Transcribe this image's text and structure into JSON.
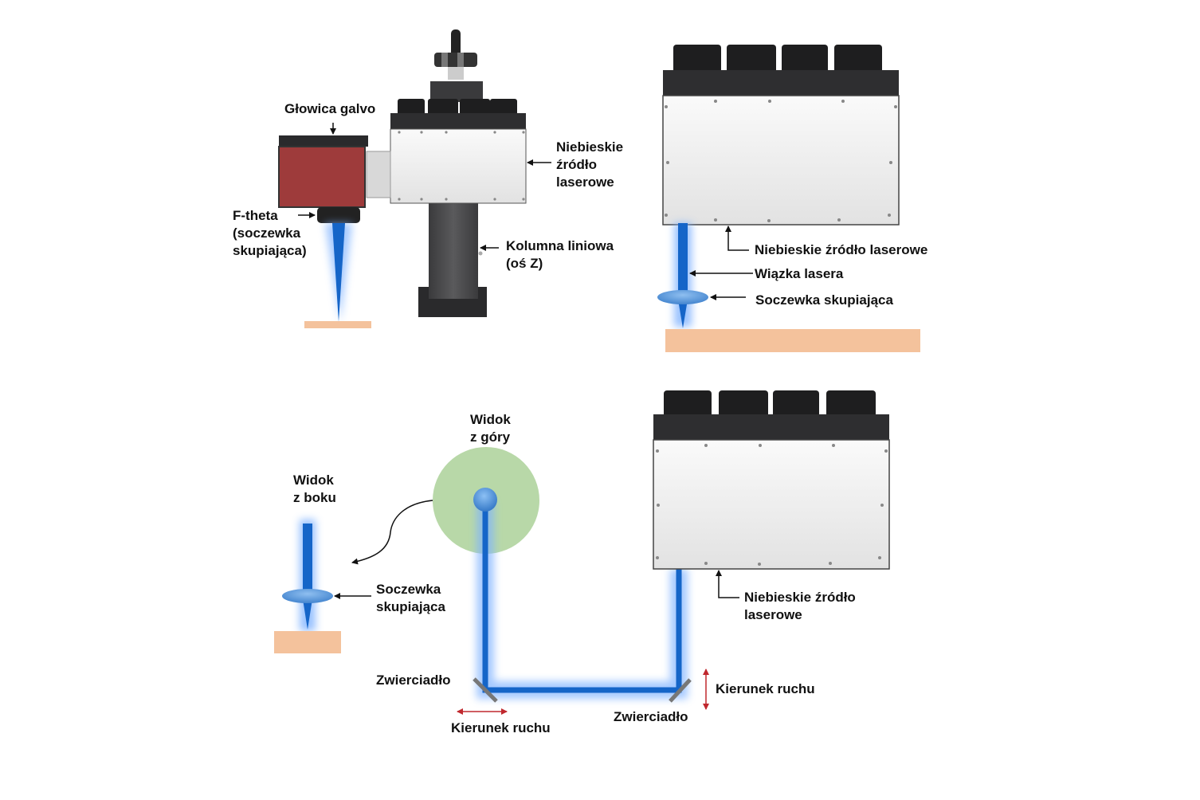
{
  "colors": {
    "laser_blue": "#1565c8",
    "laser_glow": "#7fb2ff",
    "workpiece": "#f4c29c",
    "galvo_red": "#9e3b3b",
    "top_view_green": "#b8d8a8",
    "motion_arrow": "#c0282e",
    "housing_dark": "#2e2e30",
    "panel_silver": "#eeeeee",
    "mirror_gray": "#777777"
  },
  "panel_top_left": {
    "labels": {
      "galvo_head": "Głowica galvo",
      "f_theta": "F-theta\n(soczewka\nskupiająca)",
      "laser_source": "Niebieskie\nźródło\nlaserowe",
      "linear_column": "Kolumna liniowa\n(oś Z)"
    }
  },
  "panel_top_right": {
    "labels": {
      "laser_source": "Niebieskie źródło laserowe",
      "laser_beam": "Wiązka lasera",
      "focusing_lens": "Soczewka skupiająca"
    }
  },
  "panel_bottom": {
    "labels": {
      "top_view": "Widok\nz góry",
      "side_view": "Widok\nz boku",
      "focusing_lens": "Soczewka\nskupiająca",
      "laser_source": "Niebieskie źródło\nlaserowe",
      "mirror_left": "Zwierciadło",
      "mirror_right": "Zwierciadło",
      "motion_left": "Kierunek ruchu",
      "motion_right": "Kierunek ruchu"
    }
  }
}
